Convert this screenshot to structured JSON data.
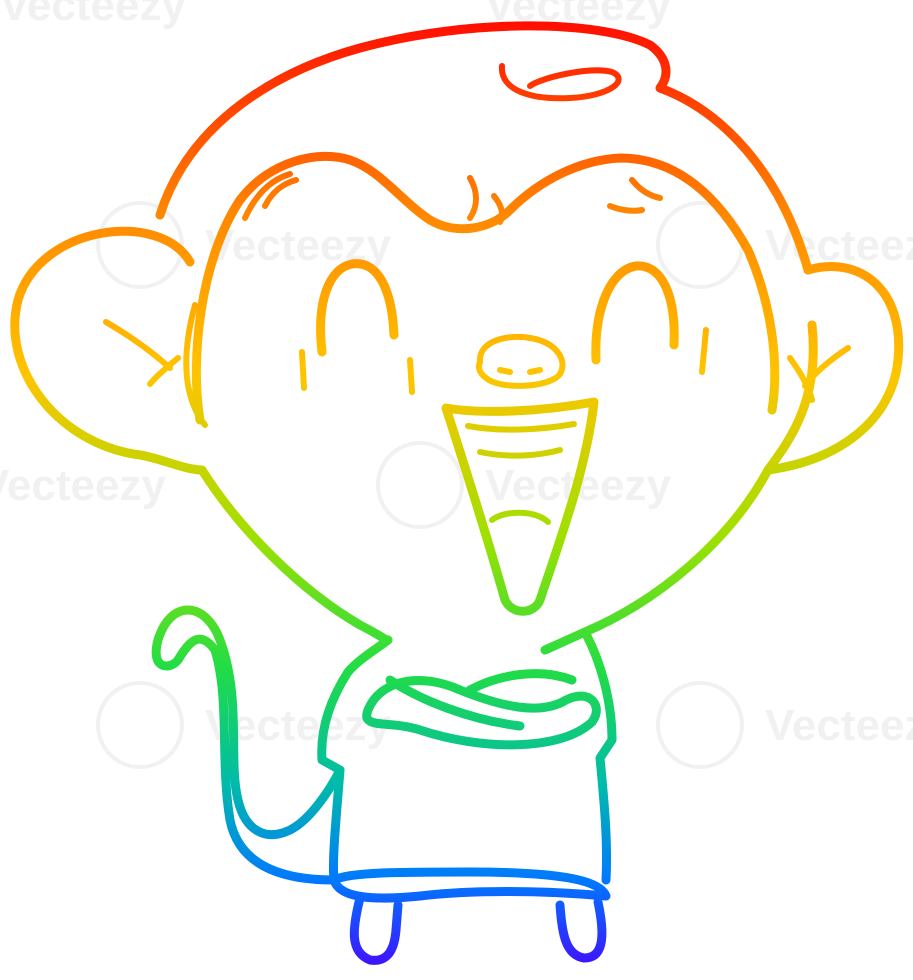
{
  "illustration": {
    "subject": "laughing cartoon monkey with crossed arms",
    "style": "rainbow gradient line art",
    "gradient_colors": [
      "#ff0000",
      "#ff8800",
      "#ffcc00",
      "#66dd00",
      "#00bb88",
      "#0077ff",
      "#4400ff"
    ],
    "background": "#ffffff"
  },
  "watermark": {
    "text": "Vecteezy"
  }
}
